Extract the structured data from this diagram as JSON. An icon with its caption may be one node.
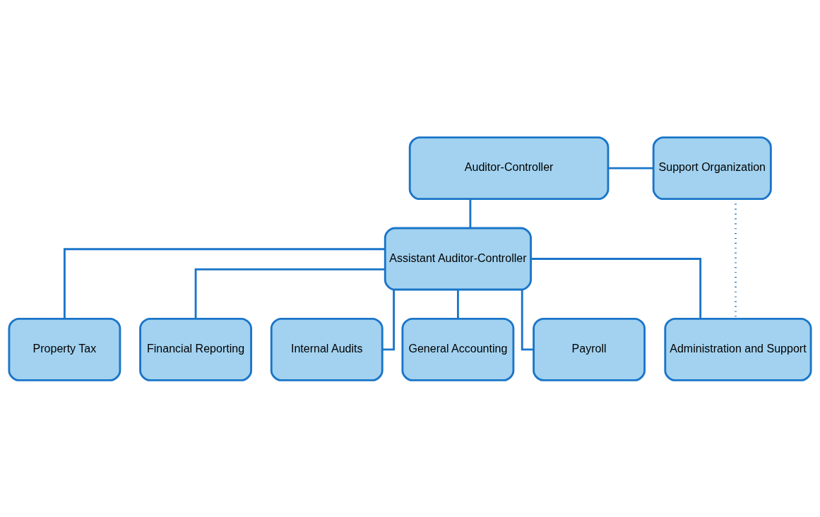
{
  "diagram": {
    "nodes": [
      {
        "text": [
          "Auditor-Controller"
        ]
      },
      {
        "text": [
          "Support Organization"
        ]
      },
      {
        "text": [
          "Assistant Auditor-Controller"
        ]
      },
      {
        "text": [
          "Administration and Support"
        ]
      },
      {
        "text": [
          "Property Tax"
        ]
      },
      {
        "text": [
          "Financial Reporting"
        ]
      },
      {
        "text": [
          "Internal Audits"
        ]
      },
      {
        "text": [
          "General Accounting"
        ]
      },
      {
        "text": [
          "Payroll"
        ]
      }
    ],
    "edges": [
      {
        "from": 0,
        "to": 1,
        "arrow": "none"
      },
      {
        "from": 0,
        "to": 2,
        "arrow": "none"
      },
      {
        "from": 1,
        "to": 3,
        "arrow": "none",
        "style": "dashed"
      },
      {
        "from": 2,
        "to": 3,
        "arrow": "none"
      },
      {
        "from": 2,
        "to": 4,
        "arrow": "none"
      },
      {
        "from": 2,
        "to": 5,
        "arrow": "none"
      },
      {
        "from": 2,
        "to": 6,
        "arrow": "none"
      },
      {
        "from": 2,
        "to": 7,
        "arrow": "none"
      },
      {
        "from": 2,
        "to": 8,
        "arrow": "none"
      }
    ]
  }
}
